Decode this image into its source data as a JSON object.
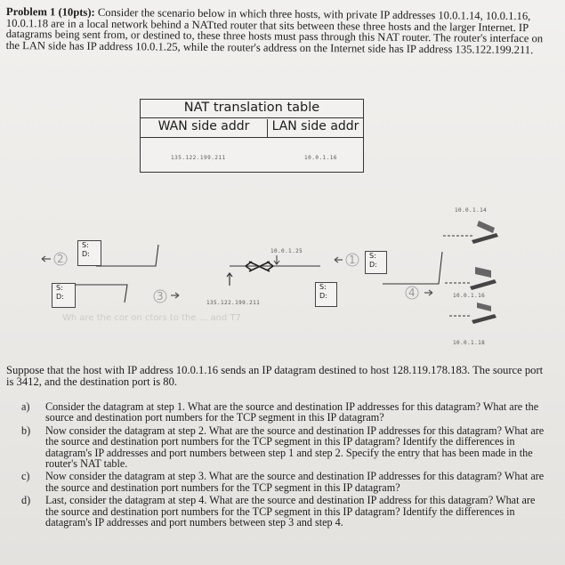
{
  "problem": {
    "heading": "Problem 1 (10pts):",
    "text": "Consider the scenario below in which three hosts, with private IP addresses 10.0.1.14, 10.0.1.16, 10.0.1.18 are in a local network behind a NATted router that sits between these three hosts and the larger Internet. IP datagrams being sent from, or destined to, these three hosts must pass through this NAT router. The router's interface on the LAN side has IP address 10.0.1.25, while the router's address on the Internet side has IP address 135.122.199.211."
  },
  "nat_table": {
    "title": "NAT translation table",
    "wan_header": "WAN side addr",
    "lan_header": "LAN side addr",
    "wan_value": "135.122.199.211",
    "lan_value": "10.0.1.16"
  },
  "diagram": {
    "router_lan_ip": "10.0.1.25",
    "router_wan_ip": "135.122.199.211",
    "host_ips": [
      "10.0.1.14",
      "10.0.1.16",
      "10.0.1.18"
    ],
    "steps": [
      "1",
      "2",
      "3",
      "4"
    ],
    "s_label": "S:",
    "d_label": "D:",
    "faint_text": "Wh are the cor on ctors to the ... and T7"
  },
  "intro": "Suppose that the host with IP address 10.0.1.16 sends an IP datagram destined to host 128.119.178.183. The source port is 3412, and the destination port is 80.",
  "questions": [
    {
      "label": "a)",
      "text": "Consider the datagram at step 1. What are the source and destination IP addresses for this datagram? What are the source and destination port numbers for the TCP segment in this IP datagram?"
    },
    {
      "label": "b)",
      "text": "Now consider the datagram at step 2. What are the source and destination IP addresses for this datagram? What are the source and destination port numbers for the TCP segment in this IP datagram? Identify the differences in datagram's IP addresses and port numbers between step 1 and step 2. Specify the entry that has been made in the router's NAT table."
    },
    {
      "label": "c)",
      "text": "Now consider the datagram at step 3. What are the source and destination IP addresses for this datagram? What are the source and destination port numbers for the TCP segment in this IP datagram?"
    },
    {
      "label": "d)",
      "text": "Last, consider the datagram at step 4. What are the source and destination IP address for this datagram? What are the source and destination port numbers for the TCP segment in this IP datagram? Identify the differences in datagram's IP addresses and port numbers between step 3 and step 4."
    }
  ]
}
